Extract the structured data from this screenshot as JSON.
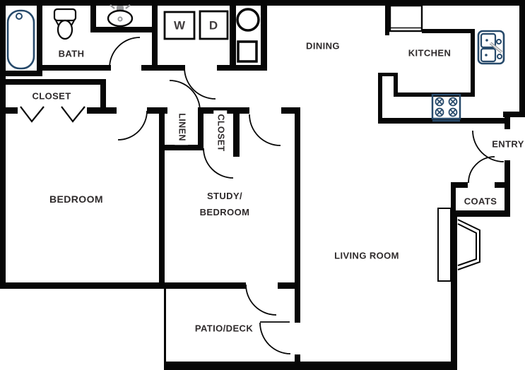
{
  "title": "Apartment floor plan",
  "colors": {
    "wall": "#070707",
    "fixture_blue": "#274a6b",
    "door_fill": "#ffffff",
    "label_text": "#2e2a2b",
    "background": "#ffffff"
  },
  "rooms": {
    "bath": {
      "label": "BATH"
    },
    "bedroom_closet": {
      "label": "CLOSET"
    },
    "bedroom": {
      "label": "BEDROOM"
    },
    "linen": {
      "label": "LINEN"
    },
    "study_closet": {
      "label": "CLOSET"
    },
    "study": {
      "line1": "STUDY/",
      "line2": "BEDROOM"
    },
    "dining": {
      "label": "DINING"
    },
    "kitchen": {
      "label": "KITCHEN"
    },
    "entry": {
      "label": "ENTRY"
    },
    "coats": {
      "label": "COATS"
    },
    "living": {
      "label": "LIVING ROOM"
    },
    "patio": {
      "label": "PATIO/DECK"
    }
  },
  "appliances": {
    "washer_label": "W",
    "dryer_label": "D"
  },
  "fixtures": [
    "bathtub-icon",
    "toilet-icon",
    "bathroom-sink-icon",
    "washer-icon",
    "dryer-icon",
    "water-heater-icon",
    "refrigerator-icon",
    "kitchen-sink-icon",
    "stove-icon",
    "fireplace-icon",
    "bifold-closet-doors-icon",
    "door-swing-icons"
  ]
}
